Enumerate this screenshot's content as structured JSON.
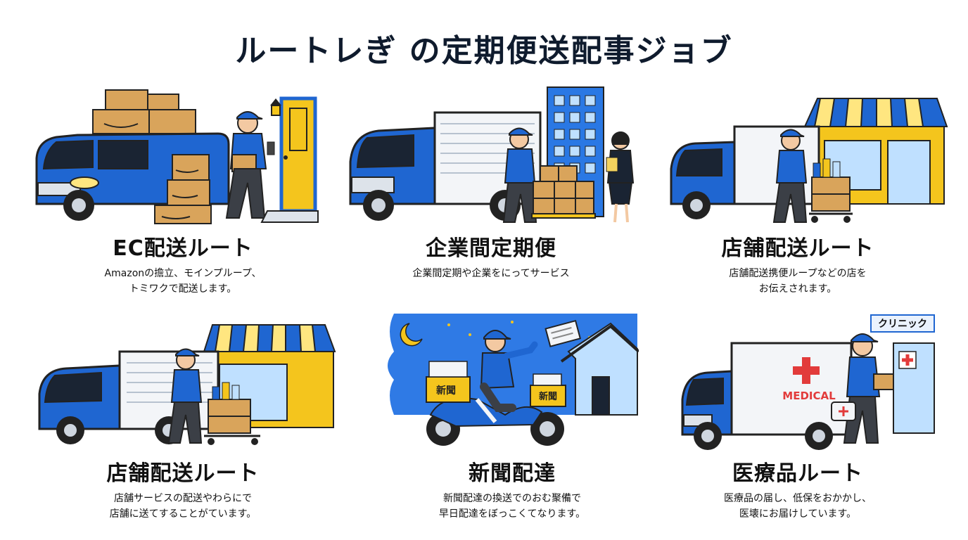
{
  "page": {
    "title": "ルートレぎ の定期便送配事ジョブ"
  },
  "cards": [
    {
      "title": "EC配送ルート",
      "desc": "Amazonの擔立、モインプループ、\nトミワクで配送します。"
    },
    {
      "title": "企業間定期便",
      "desc": "企業間定期や企業をにってサービス"
    },
    {
      "title": "店舗配送ルート",
      "desc": "店舗配送携便ループなどの店を\nお伝えされます。"
    },
    {
      "title": "店舗配送ルート",
      "desc": "店舗サービスの配送やわらにで\n店舗に送てすることがています。"
    },
    {
      "title": "新聞配達",
      "desc": "新聞配達の換送でのおむ聚備で\n早日配達をぼっこくてなります。"
    },
    {
      "title": "医療品ルート",
      "desc": "医療品の届し、低保をおかかし、\n医壊にお届けしています。"
    }
  ],
  "labels": {
    "newspaper": "新聞",
    "medical": "MEDICAL",
    "clinic_sign": "クリニック"
  }
}
